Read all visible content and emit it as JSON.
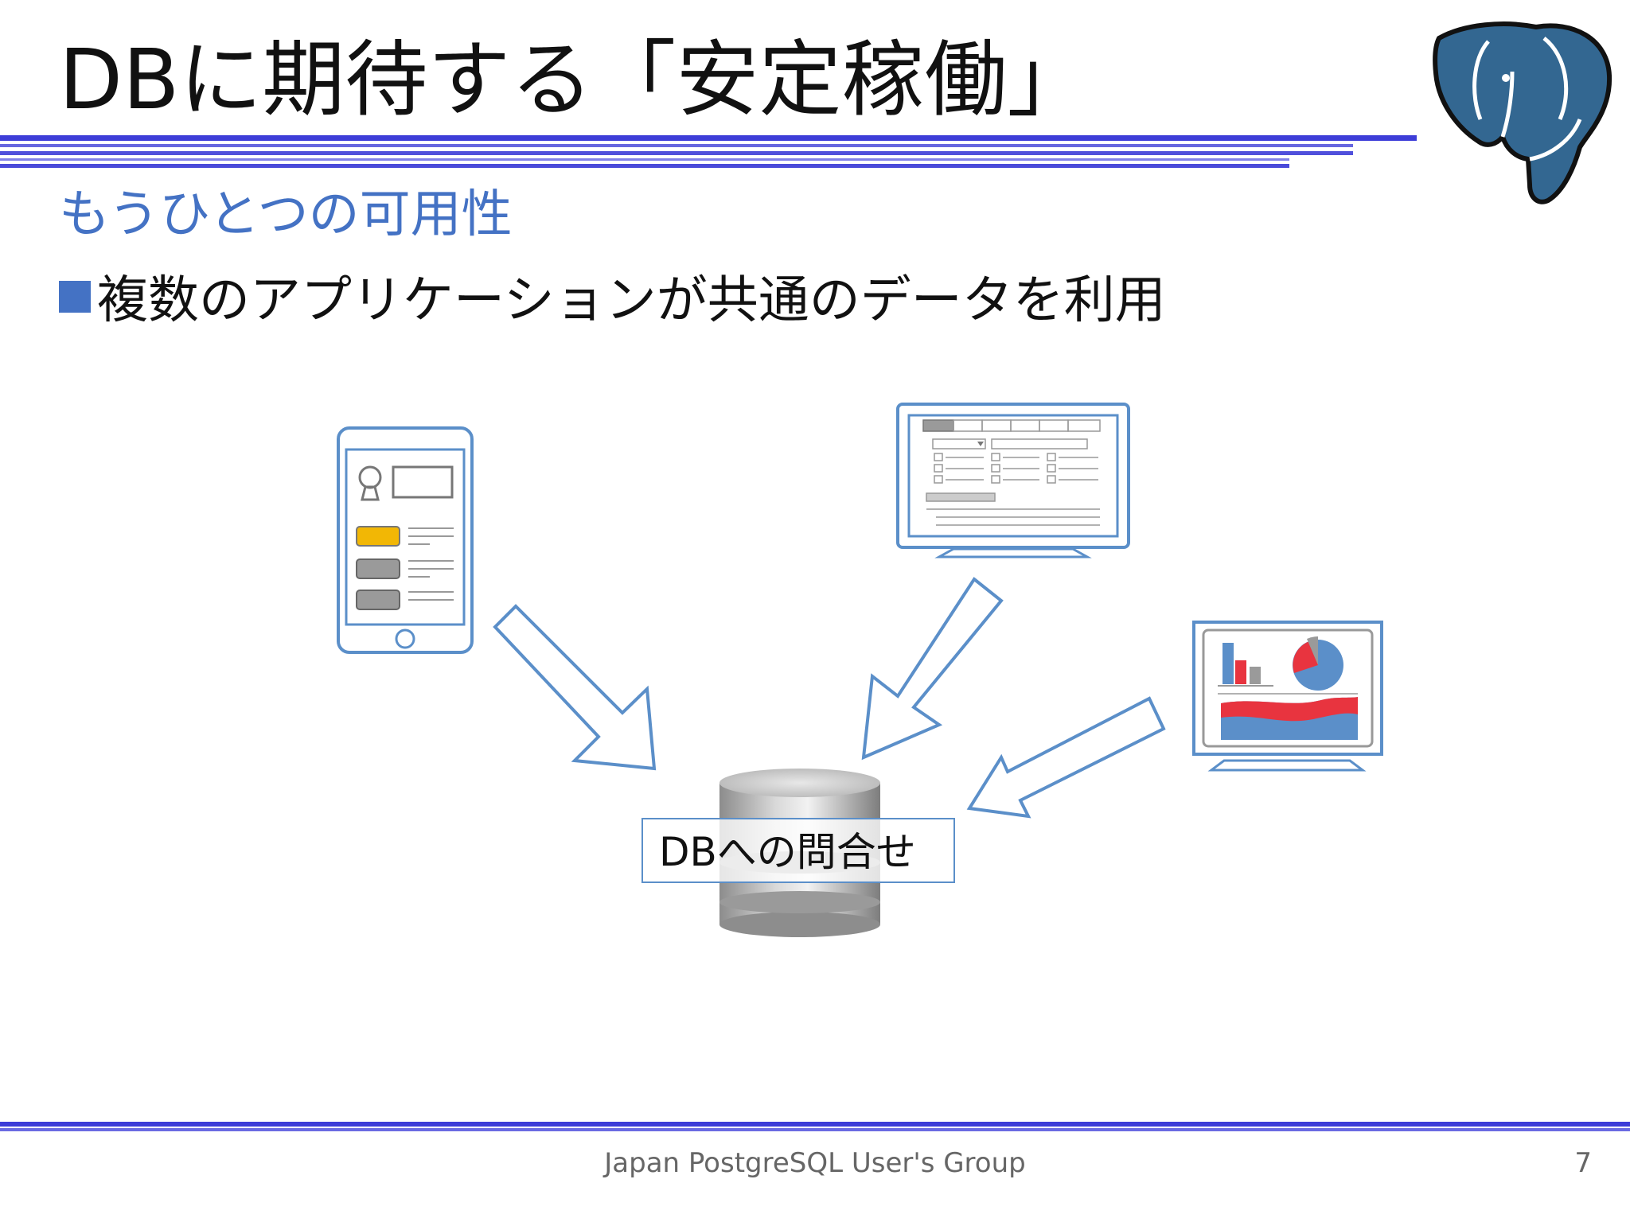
{
  "slide": {
    "title": "DBに期待する「安定稼働」",
    "subtitle": "もうひとつの可用性",
    "bullet": "複数のアプリケーションが共通のデータを利用",
    "db_label": "DBへの問合せ"
  },
  "footer": {
    "org": "Japan PostgreSQL User's Group",
    "page_number": "7"
  },
  "colors": {
    "accent_blue": "#4472c4",
    "line_blue": "#5b8fc9",
    "stripe_blue": "#3d3dd8",
    "elephant_blue": "#336791",
    "chart_red": "#e8343f",
    "chart_yellow": "#f2b705"
  },
  "icons": [
    "postgresql-elephant-logo",
    "smartphone-icon",
    "monitor-form-icon",
    "monitor-dashboard-icon",
    "database-cylinder-icon",
    "arrow-icon"
  ]
}
